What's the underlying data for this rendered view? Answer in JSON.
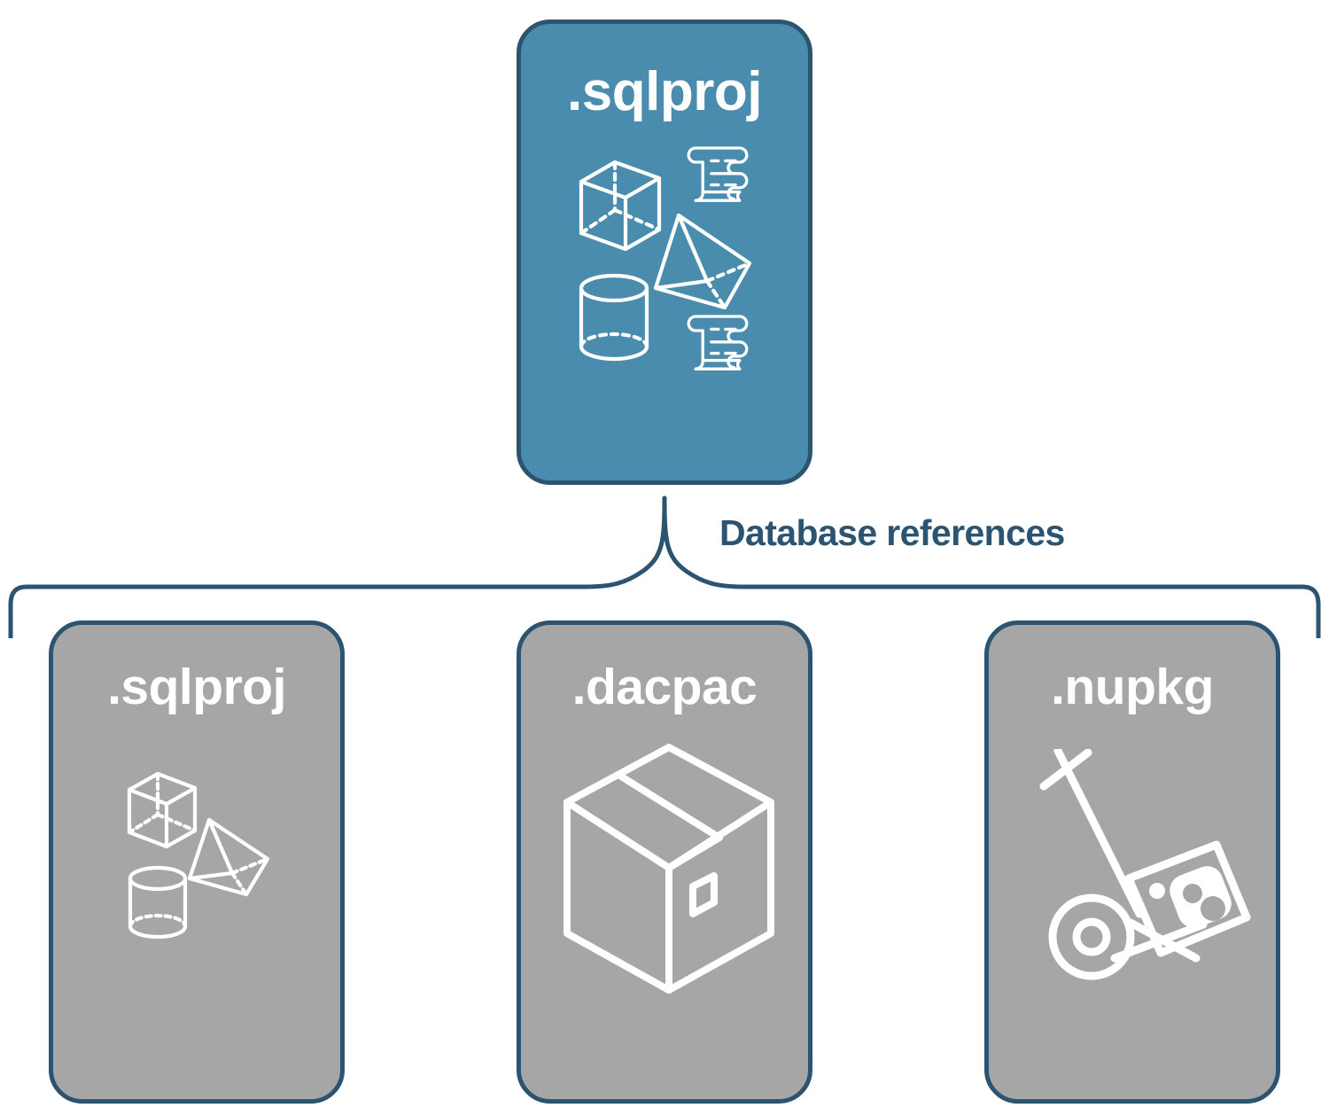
{
  "diagram": {
    "title_root": ".sqlproj",
    "connector_label": "Database references",
    "background_color": "#FFFFFF",
    "accent_color": "#4A8CAE",
    "border_color": "#2C5470",
    "neutral_color": "#A6A6A6",
    "icon_color": "#FFFFFF",
    "label_color": "#2C5470"
  },
  "root_node": {
    "label": ".sqlproj",
    "fill": "#4A8CAE",
    "icons": [
      "cube-icon",
      "pyramid-icon",
      "cylinder-icon",
      "scroll-icon",
      "scroll-icon"
    ]
  },
  "reference_targets": [
    {
      "label": ".sqlproj",
      "fill": "#A6A6A6",
      "icons": [
        "cube-icon",
        "pyramid-icon",
        "cylinder-icon"
      ]
    },
    {
      "label": ".dacpac",
      "fill": "#A6A6A6",
      "icons": [
        "package-box-icon"
      ]
    },
    {
      "label": ".nupkg",
      "fill": "#A6A6A6",
      "icons": [
        "hand-truck-icon"
      ]
    }
  ]
}
